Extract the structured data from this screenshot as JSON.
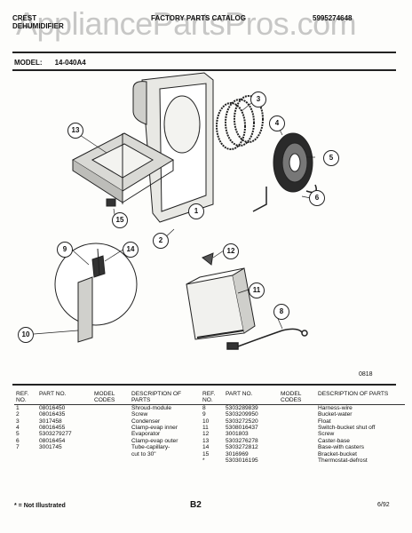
{
  "header": {
    "brand_line1": "CREST",
    "brand_line2": "DEHUMIDIFIER",
    "catalog_title": "FACTORY PARTS CATALOG",
    "publication_no": "5995274648",
    "watermark": "AppliancePartsPros.com"
  },
  "model": {
    "label": "MODEL:",
    "number": "14-040A4"
  },
  "diagram": {
    "code": "0818",
    "callouts": [
      "1",
      "2",
      "3",
      "4",
      "5",
      "6",
      "9",
      "10",
      "11",
      "12",
      "13",
      "14",
      "15",
      "8"
    ]
  },
  "table": {
    "headers": {
      "ref": "REF. NO.",
      "part": "PART NO.",
      "model": "MODEL CODES",
      "desc": "DESCRIPTION OF PARTS"
    },
    "left": [
      {
        "ref": "1",
        "part": "08016450",
        "desc": "Shroud-module"
      },
      {
        "ref": "2",
        "part": "08016435",
        "desc": "Screw"
      },
      {
        "ref": "3",
        "part": "3017458",
        "desc": "Condenser"
      },
      {
        "ref": "4",
        "part": "08016455",
        "desc": "Clamp-evap inner"
      },
      {
        "ref": "5",
        "part": "5303279277",
        "desc": "Evaporator"
      },
      {
        "ref": "6",
        "part": "08016454",
        "desc": "Clamp-evap outer"
      },
      {
        "ref": "7",
        "part": "3001745",
        "desc": "Tube-capillary-"
      },
      {
        "ref": "",
        "part": "",
        "desc": "cut to 30\""
      }
    ],
    "right": [
      {
        "ref": "8",
        "part": "5303289839",
        "desc": "Harness-wire"
      },
      {
        "ref": "9",
        "part": "5303209950",
        "desc": "Bucket-water"
      },
      {
        "ref": "10",
        "part": "5303272520",
        "desc": "Float"
      },
      {
        "ref": "11",
        "part": "5308016437",
        "desc": "Switch-bucket shut off"
      },
      {
        "ref": "12",
        "part": "3001803",
        "desc": "Screw"
      },
      {
        "ref": "13",
        "part": "5303276278",
        "desc": "Caster-base"
      },
      {
        "ref": "14",
        "part": "5303272812",
        "desc": "Base-with casters"
      },
      {
        "ref": "15",
        "part": "3016969",
        "desc": "Bracket-bucket"
      },
      {
        "ref": "*",
        "part": "5303016195",
        "desc": "Thermostat-defrost"
      }
    ]
  },
  "footer": {
    "note": "* = Not Illustrated",
    "page": "B2",
    "date": "6/92"
  }
}
